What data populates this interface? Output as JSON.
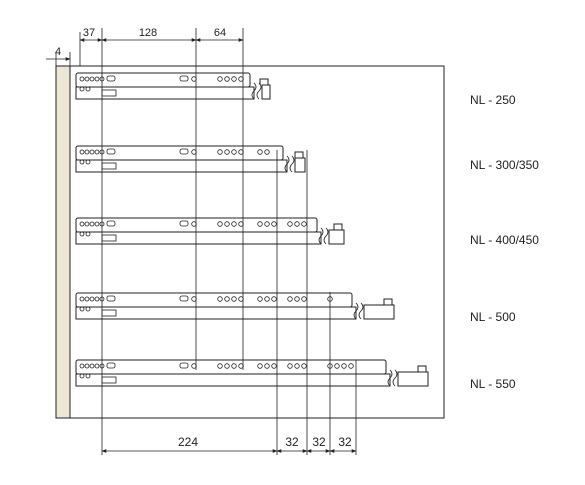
{
  "dimensions": {
    "top": [
      "4",
      "37",
      "128",
      "64"
    ],
    "bottom": [
      "224",
      "32",
      "32",
      "32"
    ]
  },
  "rails": [
    {
      "label": "NL - 250"
    },
    {
      "label": "NL - 300/350"
    },
    {
      "label": "NL - 400/450"
    },
    {
      "label": "NL - 500"
    },
    {
      "label": "NL - 550"
    }
  ],
  "colors": {
    "line": "#222222",
    "side_panel": "#ece6d4"
  }
}
